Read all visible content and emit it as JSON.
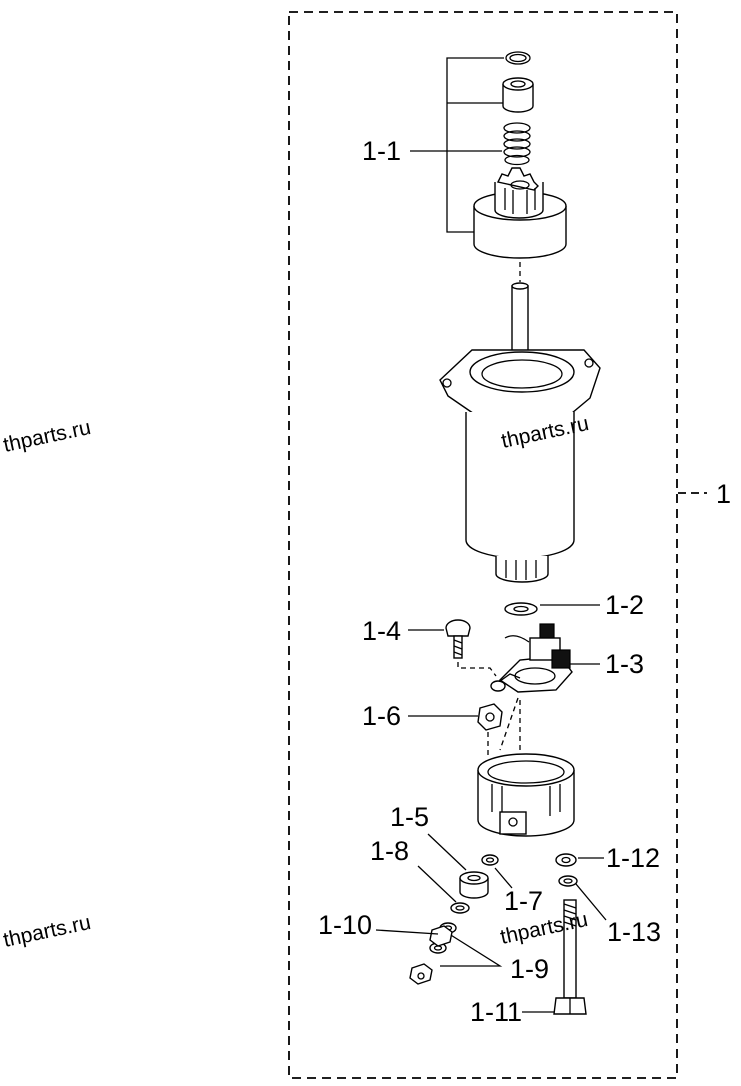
{
  "assembly": {
    "label": "1"
  },
  "callouts": {
    "p1_1": "1-1",
    "p1_2": "1-2",
    "p1_3": "1-3",
    "p1_4": "1-4",
    "p1_5": "1-5",
    "p1_6": "1-6",
    "p1_7": "1-7",
    "p1_8": "1-8",
    "p1_9": "1-9",
    "p1_10": "1-10",
    "p1_11": "1-11",
    "p1_12": "1-12",
    "p1_13": "1-13"
  },
  "watermarks": {
    "left_upper": "thparts.ru",
    "center_upper": "thparts.ru",
    "left_lower": "thparts.ru",
    "center_lower": "thparts.ru"
  }
}
